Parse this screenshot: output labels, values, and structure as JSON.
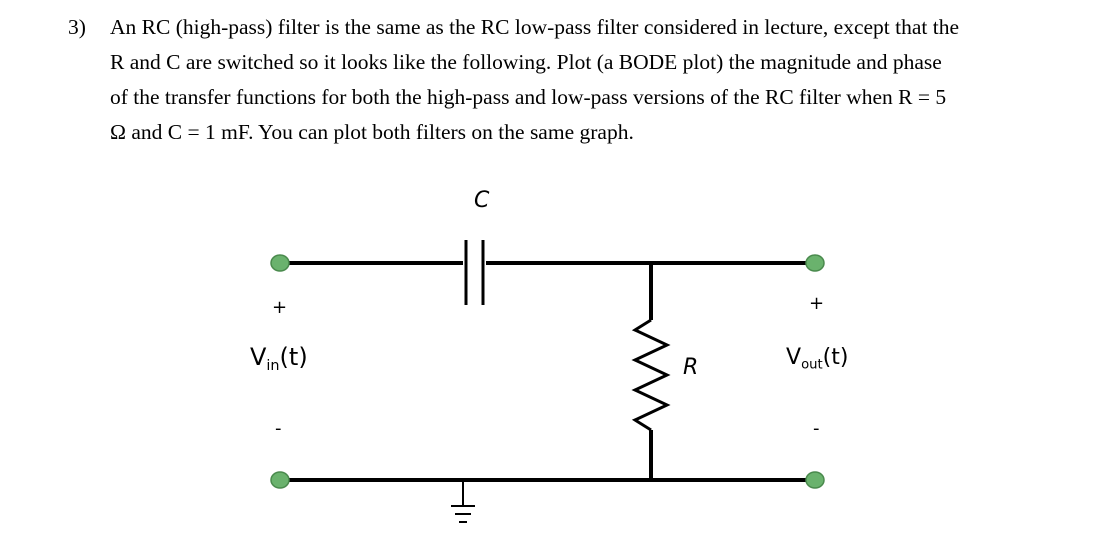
{
  "problem": {
    "number": "3)",
    "lines": [
      "An RC (high-pass) filter is the same as the RC low-pass filter considered in lecture, except that the",
      "R and C are switched so it looks like the following.  Plot (a BODE plot) the magnitude and phase",
      "of the transfer functions for both the high-pass and low-pass versions of the RC filter when R = 5",
      "Ω and C = 1 mF.  You can plot both filters on the same graph."
    ]
  },
  "circuit": {
    "capacitor_label": "C",
    "resistor_label": "R",
    "input_plus": "+",
    "input_minus": "-",
    "input_label_main": "V",
    "input_label_sub": "in",
    "input_label_arg": "(t)",
    "output_plus": "+",
    "output_minus": "-",
    "output_label_main": "V",
    "output_label_sub": "out",
    "output_label_arg": "(t)",
    "terminal_color": "#6ab26d",
    "wire_color": "#000000"
  }
}
